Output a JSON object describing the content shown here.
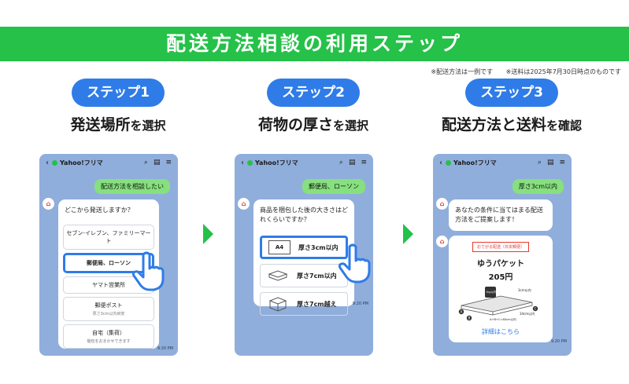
{
  "banner": {
    "title": "配送方法相談の利用ステップ"
  },
  "notes": {
    "note1": "※配送方法は一例です",
    "note2": "※送料は2025年7月30日時点のものです"
  },
  "app": {
    "title": "Yahoo!フリマ",
    "time": "9:20 PM"
  },
  "steps": [
    {
      "pill": "ステップ1",
      "heading_main": "発送場所",
      "heading_small": "を選択",
      "user_msg": "配送方法を相談したい",
      "bot_msg": "どこから発送しますか？",
      "options": [
        {
          "label": "セブン-イレブン、ファミリーマート",
          "sub": ""
        },
        {
          "label": "郵便局、ローソン",
          "sub": ""
        },
        {
          "label": "ヤマト営業所",
          "sub": ""
        },
        {
          "label": "郵便ポスト",
          "sub": "厚さ3cm以内目安"
        },
        {
          "label": "自宅（集荷）",
          "sub": "梱包をおまかせできます"
        }
      ]
    },
    {
      "pill": "ステップ2",
      "heading_main": "荷物の厚さ",
      "heading_small": "を選択",
      "user_msg": "郵便局、ローソン",
      "bot_msg": "商品を梱包した後の大きさはどれくらいですか？",
      "options": [
        {
          "label": "厚さ3cm以内",
          "icon": "A4"
        },
        {
          "label": "厚さ7cm以内",
          "icon": ""
        },
        {
          "label": "厚さ7cm越え",
          "icon": ""
        }
      ]
    },
    {
      "pill": "ステップ3",
      "heading_main": "配送方法と送料",
      "heading_small": "を確認",
      "user_msg": "厚さ3cm以内",
      "bot_msg": "あなたの条件に当てはまる配送方法をご提案します！",
      "result": {
        "badge": "おてがる配送（日本郵便）",
        "name": "ゆうパケット",
        "price": "205円",
        "dims": [
          "3cm以内",
          "34cm以内",
          "A+B+C=60cm以内",
          "1kg以内"
        ],
        "dim_labels": [
          "A",
          "B",
          "C"
        ],
        "link": "詳細はこちら"
      }
    }
  ]
}
